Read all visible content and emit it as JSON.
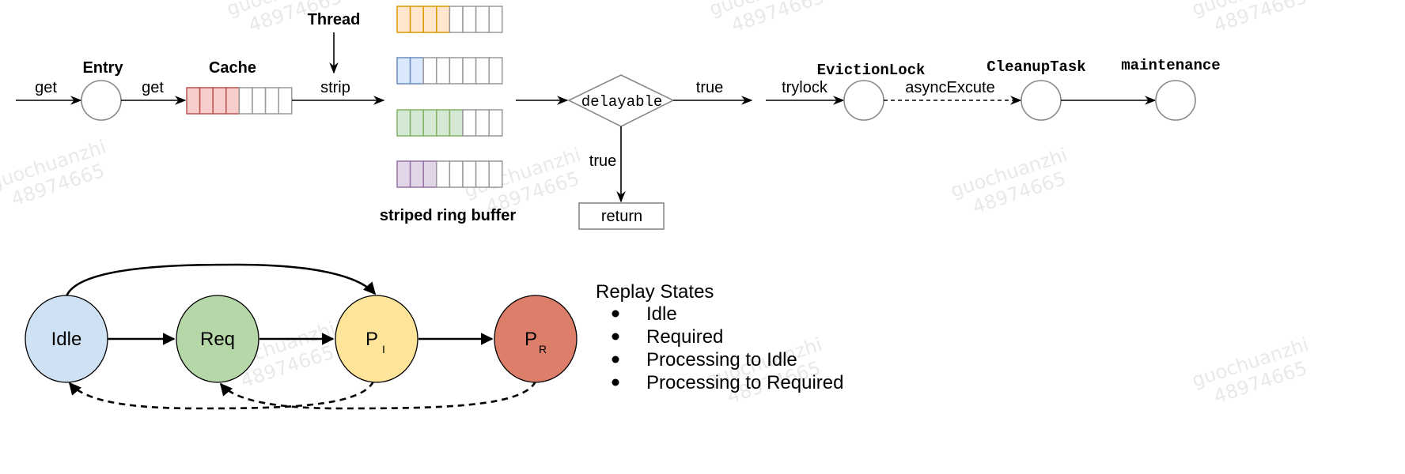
{
  "flow": {
    "labels": {
      "get_in": "get",
      "entry": "Entry",
      "get_cache": "get",
      "cache": "Cache",
      "thread": "Thread",
      "strip": "strip",
      "striped_ring_buffer": "striped ring buffer",
      "decision": "delayable",
      "true_right": "true",
      "true_down": "true",
      "return": "return",
      "trylock": "trylock",
      "eviction_lock": "EvictionLock",
      "async_execute": "asyncExcute",
      "cleanup_task": "CleanupTask",
      "maintenance": "maintenance"
    },
    "cache_buffer": {
      "slots": 8,
      "filled": 4,
      "fill": "#f8cecc",
      "stroke": "#b85450"
    },
    "ring_buffers": [
      {
        "slots": 8,
        "filled": 4,
        "fill": "#ffe6cc",
        "stroke": "#d79b00"
      },
      {
        "slots": 8,
        "filled": 2,
        "fill": "#dae8fc",
        "stroke": "#6c8ebf"
      },
      {
        "slots": 8,
        "filled": 5,
        "fill": "#d5e8d4",
        "stroke": "#82b366"
      },
      {
        "slots": 8,
        "filled": 3,
        "fill": "#e1d5e7",
        "stroke": "#9673a6"
      }
    ]
  },
  "states": {
    "nodes": [
      {
        "id": "idle",
        "label": "Idle",
        "sub": "",
        "color": "#cfe2f3"
      },
      {
        "id": "req",
        "label": "Req",
        "sub": "",
        "color": "#b6d7a8"
      },
      {
        "id": "pi",
        "label": "P",
        "sub": "I",
        "color": "#ffe599"
      },
      {
        "id": "pr",
        "label": "P",
        "sub": "R",
        "color": "#dd7e6b"
      }
    ],
    "legend": {
      "title": "Replay States",
      "items": [
        "Idle",
        "Required",
        "Processing to Idle",
        "Processing to Required"
      ]
    }
  },
  "watermark": {
    "name": "guochuanzhi",
    "id": "48974665"
  }
}
